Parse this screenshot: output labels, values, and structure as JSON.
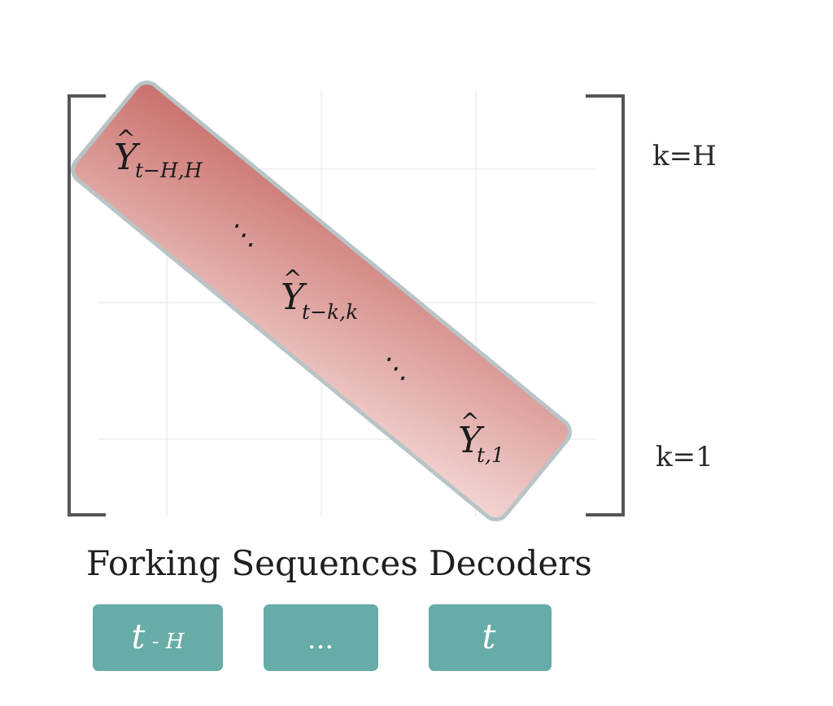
{
  "diagram": {
    "title": "Forking Sequences Decoders",
    "matrix": {
      "row_top_label": "k=H",
      "row_bottom_label": "k=1",
      "entries": [
        {
          "base": "Y",
          "subscript": "t−H,H"
        },
        {
          "ellipsis": "⋱"
        },
        {
          "base": "Y",
          "subscript": "t−k,k"
        },
        {
          "ellipsis": "⋱"
        },
        {
          "base": "Y",
          "subscript": "t,1"
        }
      ]
    },
    "decoders": [
      {
        "main": "t",
        "suffix": " - H"
      },
      {
        "main": "...",
        "suffix": ""
      },
      {
        "main": "t",
        "suffix": ""
      }
    ],
    "colors": {
      "band_start": "#c96f6a",
      "band_end": "#f3d6d4",
      "band_border": "#b8c4c6",
      "bracket": "#555555",
      "decoder_fill": "#67aca6",
      "grid": "#e6e6e6"
    }
  }
}
